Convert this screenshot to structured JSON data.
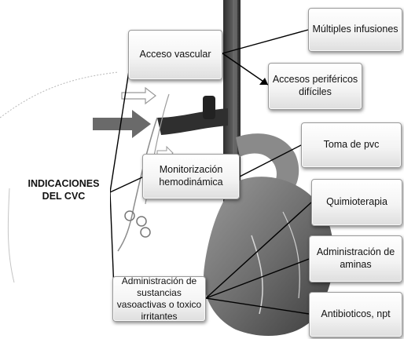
{
  "diagram": {
    "center_label": "INDICACIONES DEL CVC",
    "categories": {
      "vascular_access": "Acceso vascular",
      "monitoring": "Monitorización hemodinámica",
      "administration": "Administración de sustancias vasoactivas o toxico irritantes"
    },
    "details": {
      "multiple_infusions": "Múltiples infusiones",
      "difficult_peripheral": "Accesos periféricos difíciles",
      "pvc_measure": "Toma de pvc",
      "chemotherapy": "Quimioterapia",
      "amines": "Administración de aminas",
      "antibiotics": "Antibioticos, npt"
    }
  }
}
